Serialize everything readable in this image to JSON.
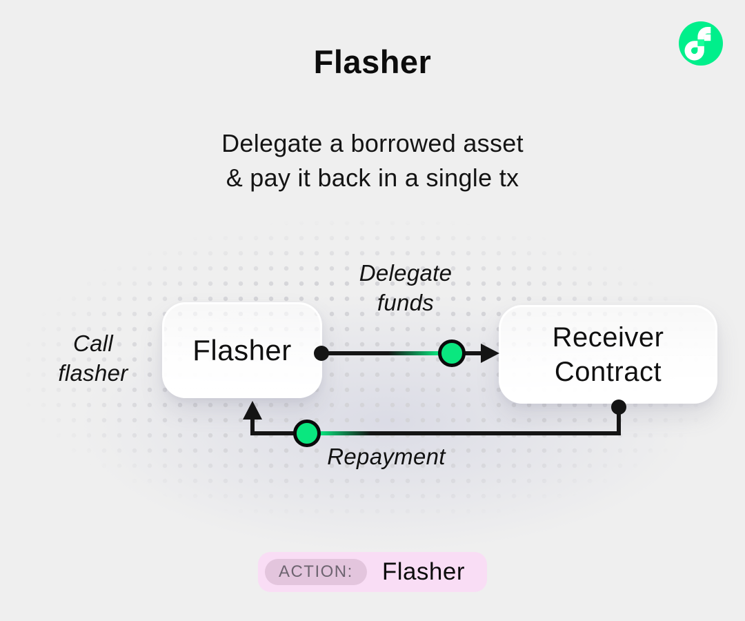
{
  "header": {
    "title": "Flasher",
    "subtitle_line1": "Delegate a borrowed asset",
    "subtitle_line2": "& pay it back in a single tx"
  },
  "logo": {
    "name": "flow-blockchain-logo",
    "bg_color": "#00ef8b",
    "accent_color": "#16ff99"
  },
  "diagram": {
    "nodes": {
      "flasher": {
        "label": "Flasher"
      },
      "receiver": {
        "line1": "Receiver",
        "line2": "Contract"
      }
    },
    "labels": {
      "call_line1": "Call",
      "call_line2": "flasher",
      "delegate_line1": "Delegate",
      "delegate_line2": "funds",
      "repayment": "Repayment"
    },
    "edges": [
      {
        "from": "flasher",
        "to": "receiver",
        "label": "Delegate funds"
      },
      {
        "from": "receiver",
        "to": "flasher",
        "label": "Repayment"
      }
    ],
    "colors": {
      "edge": "#141414",
      "marker_green": "#0ae77f",
      "dot_grid": "#d4d4d8"
    }
  },
  "action_badge": {
    "label": "ACTION:",
    "value": "Flasher",
    "colors": {
      "outer_bg": "#f9ddf5",
      "label_bg": "#e3c5dd",
      "label_text": "#6d6470"
    }
  }
}
